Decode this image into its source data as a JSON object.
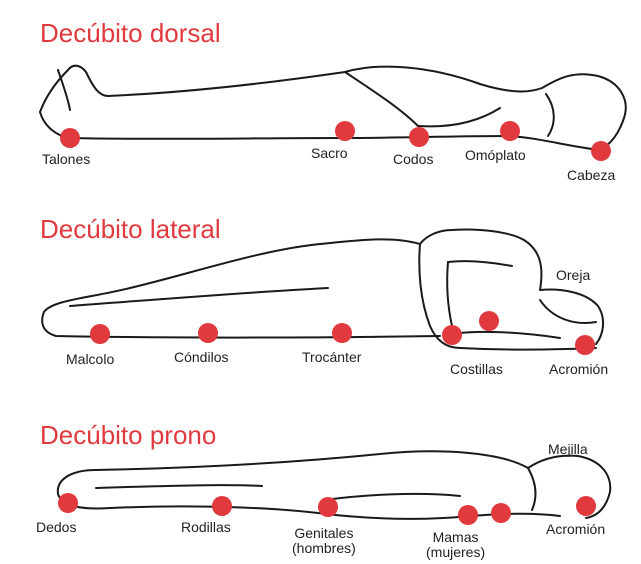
{
  "colors": {
    "accent": "#e03a3e",
    "outline": "#1a1a1a",
    "label": "#222222",
    "background": "#ffffff"
  },
  "sections": [
    {
      "title": "Decúbito dorsal",
      "labels": [
        "Talones",
        "Sacro",
        "Codos",
        "Omóplato",
        "Cabeza"
      ]
    },
    {
      "title": "Decúbito lateral",
      "labels": [
        "Oreja",
        "Malcolo",
        "Cóndilos",
        "Trocánter",
        "Costillas",
        "Acromión"
      ]
    },
    {
      "title": "Decúbito prono",
      "labels": [
        "Mejilla",
        "Dedos",
        "Rodillas",
        "Genitales\n(hombres)",
        "Mamas\n(mujeres)",
        "Acromión"
      ]
    }
  ]
}
